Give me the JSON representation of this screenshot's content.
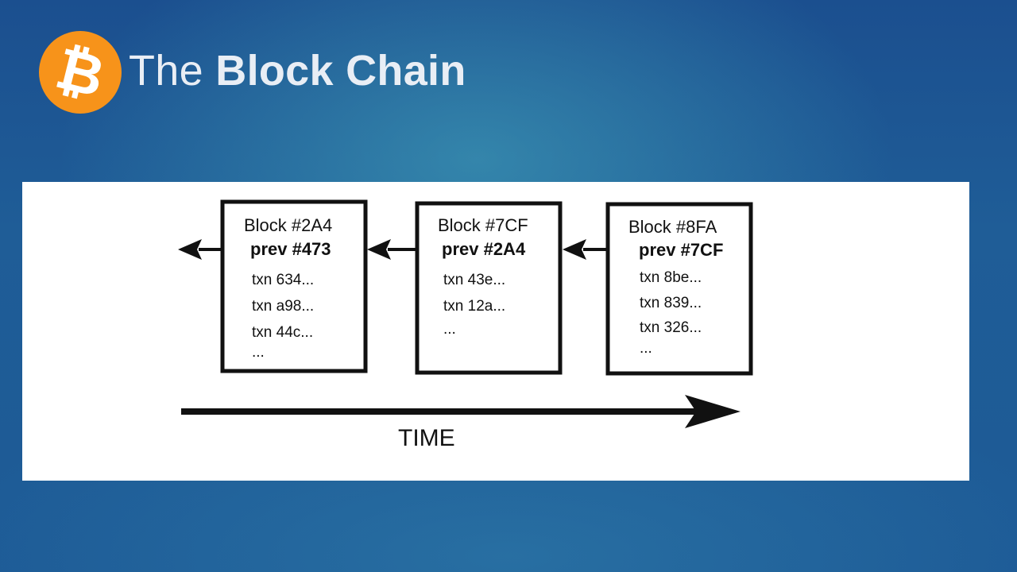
{
  "slide": {
    "title_light": "The",
    "title_bold": "Block Chain",
    "logo_icon": "bitcoin-logo-icon",
    "logo_glyph": "₿",
    "logo_color": "#f7931a"
  },
  "diagram": {
    "blocks": [
      {
        "title": "Block #2A4",
        "prev": "prev #473",
        "txns": [
          "txn 634...",
          "txn a98...",
          "txn 44c..."
        ],
        "more": "..."
      },
      {
        "title": "Block #7CF",
        "prev": "prev #2A4",
        "txns": [
          "txn 43e...",
          "txn 12a..."
        ],
        "more": "..."
      },
      {
        "title": "Block #8FA",
        "prev": "prev #7CF",
        "txns": [
          "txn 8be...",
          "txn 839...",
          "txn 326..."
        ],
        "more": "..."
      }
    ],
    "time_label": "TIME"
  }
}
